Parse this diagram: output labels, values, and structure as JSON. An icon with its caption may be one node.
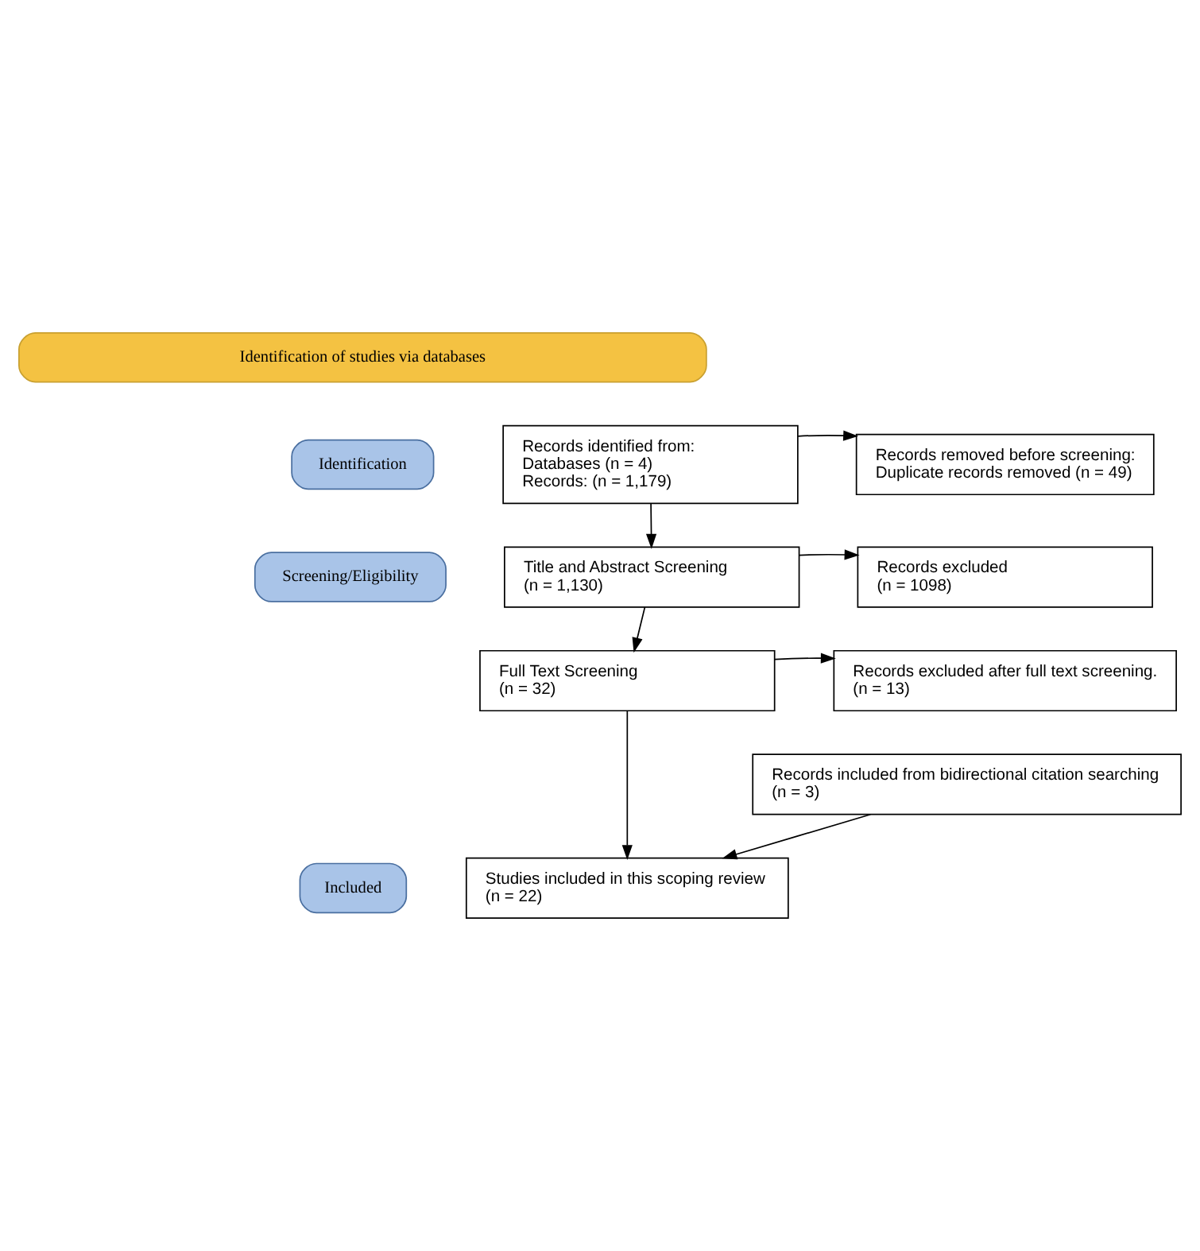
{
  "diagram": {
    "nodes": [
      {
        "text": [
          "Identification of studies via databases"
        ]
      },
      {
        "text": [
          "Identification"
        ]
      },
      {
        "text": [
          "Records identified from:",
          "Databases (n = 4)",
          "Records: (n = 1,179)"
        ]
      },
      {
        "text": [
          "Records removed before screening:",
          "Duplicate records removed (n = 49)"
        ]
      },
      {
        "text": [
          "Screening/Eligibility"
        ]
      },
      {
        "text": [
          "Title and Abstract Screening",
          "(n = 1,130)"
        ]
      },
      {
        "text": [
          "Records excluded",
          "(n = 1098)"
        ]
      },
      {
        "text": [
          "Full Text Screening",
          "(n = 32)"
        ]
      },
      {
        "text": [
          "Records excluded after full text screening.",
          "(n = 13)"
        ]
      },
      {
        "text": [
          "Records included from bidirectional citation searching",
          "(n = 3)"
        ]
      },
      {
        "text": [
          "Included"
        ]
      },
      {
        "text": [
          "Studies included in this scoping review",
          "(n = 22)"
        ]
      }
    ],
    "edges": [
      {
        "from": 2,
        "to": 3,
        "arrow": "to"
      },
      {
        "from": 2,
        "to": 5,
        "arrow": "to"
      },
      {
        "from": 5,
        "to": 6,
        "arrow": "to"
      },
      {
        "from": 5,
        "to": 7,
        "arrow": "to"
      },
      {
        "from": 7,
        "to": 8,
        "arrow": "to"
      },
      {
        "from": 9,
        "to": 11,
        "arrow": "to"
      },
      {
        "from": 7,
        "to": 11,
        "arrow": "to"
      }
    ]
  }
}
